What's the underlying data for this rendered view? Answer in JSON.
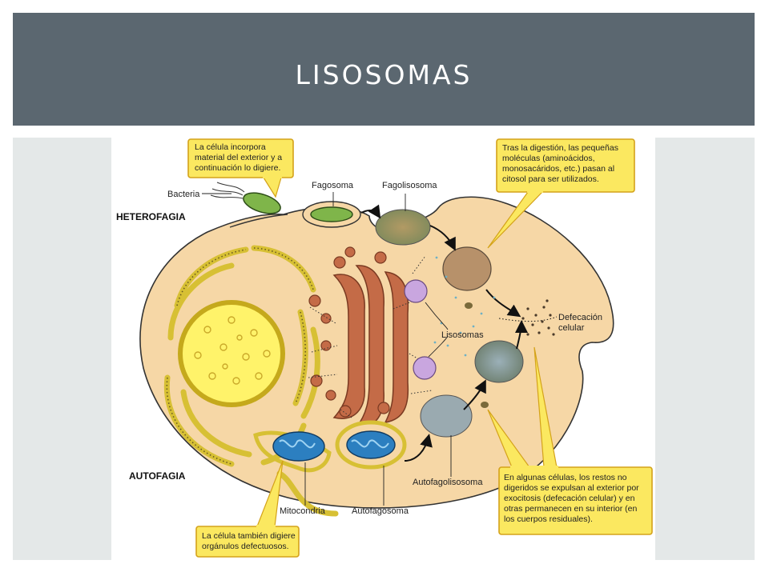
{
  "slide": {
    "title": "LISOSOMAS"
  },
  "diagram": {
    "sections": {
      "heterofagia": "HETEROFAGIA",
      "autofagia": "AUTOFAGIA"
    },
    "labels": {
      "bacteria": "Bacteria",
      "fagosoma": "Fagosoma",
      "fagolisosoma": "Fagolisosoma",
      "lisosomas": "Lisosomas",
      "defecacion_1": "Defecación",
      "defecacion_2": "celular",
      "mitocondria": "Mitocondria",
      "autofagosoma": "Autofagosoma",
      "autofagolisosoma": "Autofagolisosoma"
    },
    "callouts": {
      "incorpora": [
        "La célula incorpora",
        "material del exterior y a",
        "continuación lo digiere."
      ],
      "digestion": [
        "Tras la digestión, las pequeñas",
        "moléculas (aminoácidos,",
        "monosacáridos, etc.) pasan al",
        "citosol para ser utilizados."
      ],
      "restos": [
        "En algunas células, los restos no",
        "digeridos se expulsan al exterior por",
        "exocitosis (defecación celular) y en",
        "otras permanecen en su interior (en",
        "los cuerpos residuales)."
      ],
      "organulos": [
        "La célula también digiere",
        "orgánulos defectuosos."
      ]
    },
    "colors": {
      "cytoplasm": "#f6d7a6",
      "nucleus": "#fff36a",
      "golgi": "#c46b47",
      "lysosome": "#c9a6df",
      "mitochondria": "#2c7fc0",
      "bacteria": "#7fb54a",
      "callout": "#fbe860"
    }
  }
}
